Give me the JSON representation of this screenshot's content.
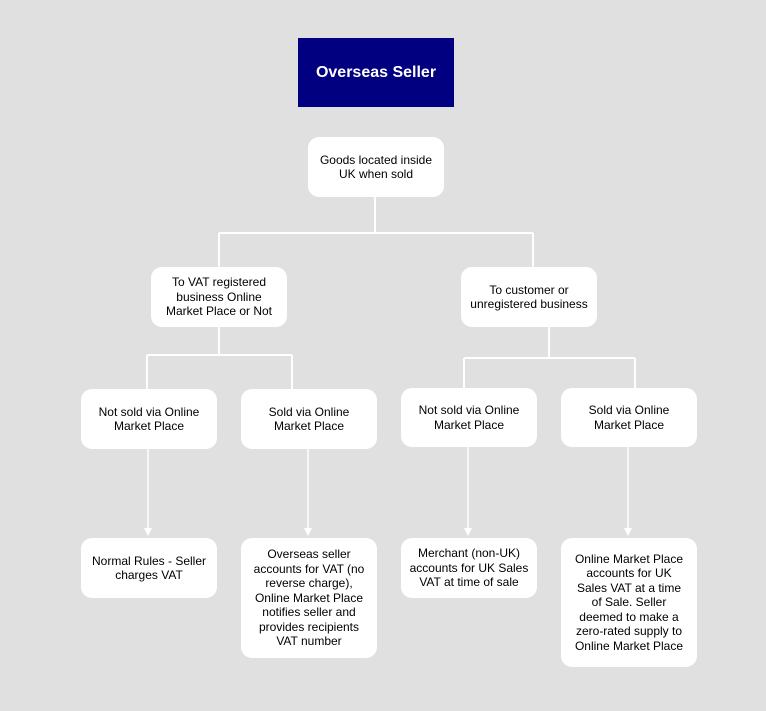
{
  "colors": {
    "background": "#e0e0e0",
    "title_fill": "#000080",
    "node_fill": "#ffffff",
    "line": "#ffffff"
  },
  "title": "Overseas Seller",
  "nodes": {
    "root": "Goods located inside UK when sold",
    "vat_registered": "To VAT registered business Online Market Place or Not",
    "customer_unregistered": "To customer or unregistered business",
    "vat_not_sold_omp": "Not sold via Online Market Place",
    "vat_sold_omp": "Sold via Online Market Place",
    "cust_not_sold_omp": "Not sold via Online Market Place",
    "cust_sold_omp": "Sold via Online Market Place",
    "normal_rules": "Normal Rules - Seller charges VAT",
    "seller_accounts": "Overseas seller accounts for VAT (no reverse charge), Online Market Place notifies seller and provides recipients VAT number",
    "merchant_accounts": "Merchant (non-UK) accounts for UK Sales VAT at time of sale",
    "omp_accounts": "Online Market Place accounts for UK Sales VAT at a time of Sale. Seller deemed to make a zero-rated supply to Online Market Place"
  }
}
